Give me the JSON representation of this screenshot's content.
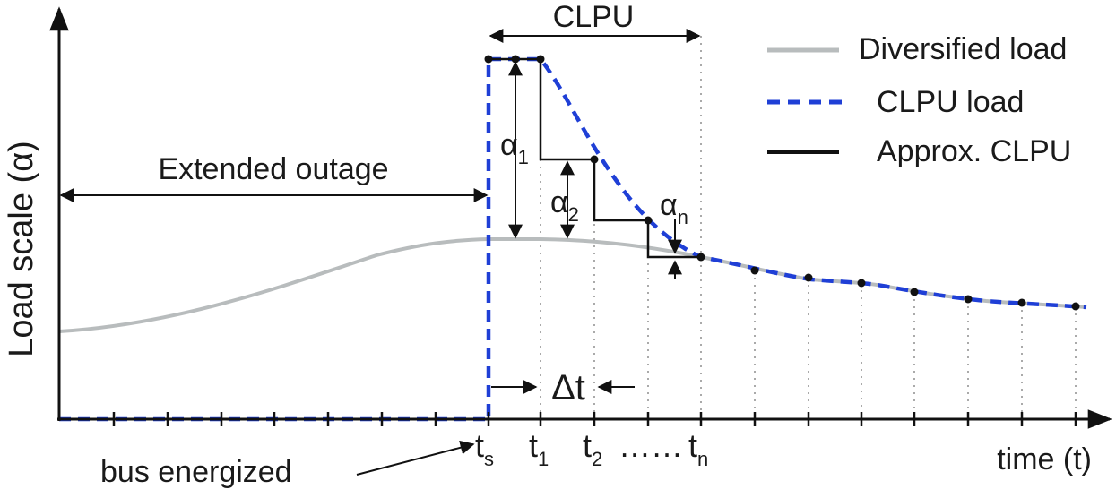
{
  "diagram": {
    "y_axis_label": "Load scale (α)",
    "x_axis_label": "time (t)",
    "labels": {
      "extended_outage": "Extended outage",
      "clpu": "CLPU",
      "delta_t": "Δt",
      "bus_energized": "bus energized",
      "alpha_1": {
        "main": "α",
        "sub": "1"
      },
      "alpha_2": {
        "main": "α",
        "sub": "2"
      },
      "alpha_n": {
        "main": "α",
        "sub": "n"
      },
      "dots": "……"
    },
    "time_ticks": [
      {
        "main": "t",
        "sub": "s"
      },
      {
        "main": "t",
        "sub": "1"
      },
      {
        "main": "t",
        "sub": "2"
      },
      {
        "main": "t",
        "sub": "n"
      }
    ],
    "legend": [
      {
        "label": "Diversified load",
        "color": "#b8bcbd",
        "style": "solid"
      },
      {
        "label": "CLPU load",
        "color": "#1f3fd6",
        "style": "dashed"
      },
      {
        "label": "Approx. CLPU",
        "color": "#111111",
        "style": "solid"
      }
    ]
  }
}
